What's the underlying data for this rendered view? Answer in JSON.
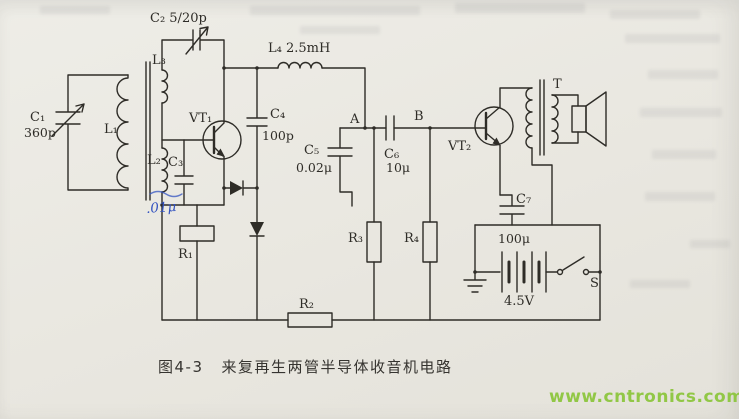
{
  "colors": {
    "ink": "#2e2c27",
    "blue": "#3353c0",
    "wm": "#8dc63f"
  },
  "figure": {
    "caption_fig": "图4-3",
    "caption_title": "来复再生两管半导体收音机电路",
    "watermark": "www.cntronics.com"
  },
  "labels": {
    "c1": "C₁",
    "c1_value": "360p",
    "l1": "L₁",
    "l2": "L₂",
    "l3": "L₃",
    "c2": "C₂ 5/20p",
    "c3": "C₃",
    "c3_note": ".01μ",
    "l4": "L₄ 2.5mH",
    "vt1": "VT₁",
    "c4": "C₄",
    "c4_value": "100p",
    "c5": "C₅",
    "c5_value": "0.02μ",
    "node_a": "A",
    "node_b": "B",
    "c6": "C₆",
    "c6_value": "10μ",
    "vt2": "VT₂",
    "transformer": "T",
    "c7": "C₇",
    "c7_value": "100μ",
    "battery": "4.5V",
    "switch": "S",
    "r1": "R₁",
    "r2": "R₂",
    "r3": "R₃",
    "r4": "R₄"
  }
}
